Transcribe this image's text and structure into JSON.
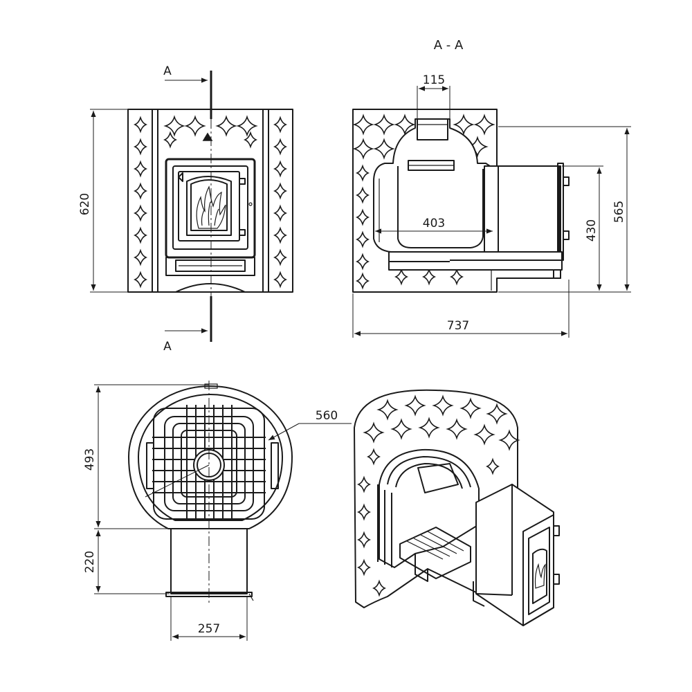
{
  "diagram": {
    "section_title": "A - A",
    "section_marker": "A",
    "dimensions": {
      "front_height": "620",
      "chimney_width": "115",
      "firebox_depth": "403",
      "door_height": "430",
      "side_height": "565",
      "total_depth": "737",
      "plan_depth": "493",
      "tunnel_length": "220",
      "tunnel_width": "257",
      "diameter": "560"
    }
  }
}
